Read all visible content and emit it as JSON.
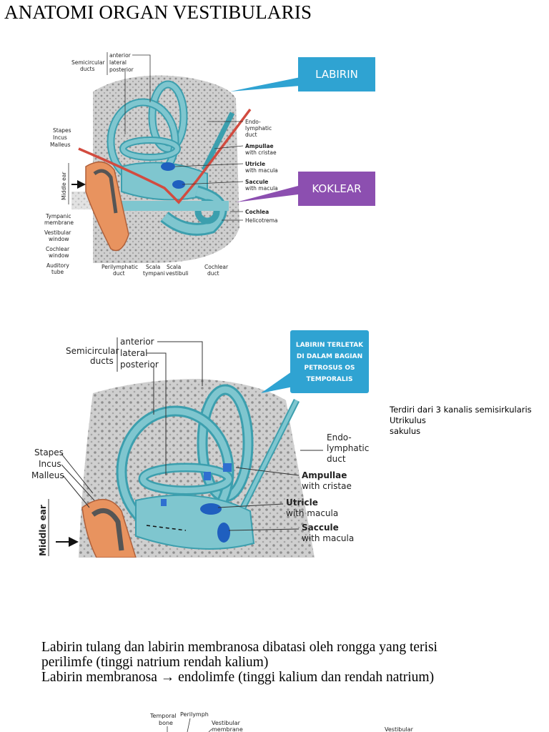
{
  "page": {
    "title": "ANATOMI ORGAN VESTIBULARIS"
  },
  "figure1": {
    "labels": {
      "semicircular": "Semicircular",
      "ducts": "ducts",
      "anterior": "anterior",
      "lateral": "lateral",
      "posterior": "posterior",
      "stapes": "Stapes",
      "incus": "Incus",
      "malleus": "Malleus",
      "middle_ear": "Middle ear",
      "tympanic": "Tympanic",
      "membrane": "membrane",
      "vestibular": "Vestibular",
      "window_v": "window",
      "cochlear": "Cochlear",
      "window_c": "window",
      "auditory": "Auditory",
      "tube": "tube",
      "perilymphatic": "Perilymphatic",
      "duct_p": "duct",
      "scala": "Scala",
      "tympani": "tympani",
      "scala2": "Scala",
      "vestibuli": "vestibuli",
      "cochlear2": "Cochlear",
      "duct_c": "duct",
      "endo": "Endo-",
      "lymphatic": "lymphatic",
      "duct_e": "duct",
      "ampullae": "Ampullae",
      "with_cristae": "with cristae",
      "utricle": "Utricle",
      "with_macula_u": "with macula",
      "saccule": "Saccule",
      "with_macula_s": "with macula",
      "cochlea": "Cochlea",
      "helicotrema": "Helicotrema"
    },
    "callouts": {
      "labirin": "LABIRIN",
      "koklear": "KOKLEAR"
    }
  },
  "figure2": {
    "labels": {
      "semicircular": "Semicircular",
      "ducts": "ducts",
      "anterior": "anterior",
      "lateral": "lateral",
      "posterior": "posterior",
      "stapes": "Stapes",
      "incus": "Incus",
      "malleus": "Malleus",
      "middle_ear": "Middle ear",
      "endo": "Endo-",
      "lymphatic": "lymphatic",
      "duct": "duct",
      "ampullae": "Ampullae",
      "with_cristae": "with cristae",
      "utricle": "Utricle",
      "with_macula_u": "with macula",
      "saccule": "Saccule",
      "with_macula_s": "with macula"
    },
    "callout": {
      "line1": "LABIRIN TERLETAK",
      "line2": "DI DALAM BAGIAN",
      "line3": "PETROSUS OS",
      "line4": "TEMPORALIS"
    }
  },
  "side_note": {
    "line1": "Terdiri dari 3 kanalis semisirkularis",
    "line2": "Utrikulus",
    "line3": "sakulus"
  },
  "body": {
    "line1": "Labirin tulang dan labirin membranosa dibatasi oleh rongga yang terisi",
    "line2": "perilimfe (tinggi natrium rendah kalium)",
    "line3": "Labirin membranosa → endolimfe (tinggi kalium dan rendah natrium)"
  },
  "figure3": {
    "labels": {
      "temporal": "Temporal",
      "bone": "bone",
      "perilymph": "Perilymph",
      "vestibular": "Vestibular",
      "membrane": "membrane",
      "vestibular_r": "Vestibular"
    }
  },
  "colors": {
    "bone": "#c9c9c9",
    "canal": "#7fc6cf",
    "canal_dark": "#3c9fae",
    "ossicle": "#e8935f",
    "red_line": "#d24b3f",
    "callout_blue": "#2fa3d2",
    "callout_purple": "#8c4fb0"
  }
}
